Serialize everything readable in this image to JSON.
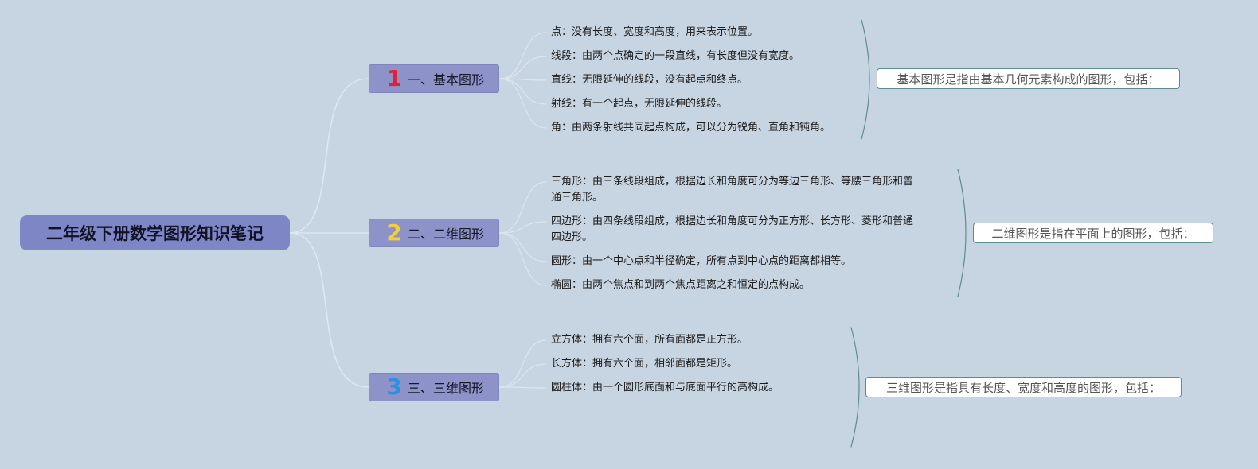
{
  "root": {
    "title": "二年级下册数学图形知识笔记"
  },
  "branches": [
    {
      "number": "1",
      "number_color": "#e0213a",
      "label": "一、基本图形",
      "summary": "基本图形是指由基本几何元素构成的图形，包括：",
      "items": [
        {
          "lines": [
            "点：没有长度、宽度和高度，用来表示位置。"
          ]
        },
        {
          "lines": [
            "线段：由两个点确定的一段直线，有长度但没有宽度。"
          ]
        },
        {
          "lines": [
            "直线：无限延伸的线段，没有起点和终点。"
          ]
        },
        {
          "lines": [
            "射线：有一个起点，无限延伸的线段。"
          ]
        },
        {
          "lines": [
            "角：由两条射线共同起点构成，可以分为锐角、直角和钝角。"
          ]
        }
      ]
    },
    {
      "number": "2",
      "number_color": "#f2cf3a",
      "label": "二、二维图形",
      "summary": "二维图形是指在平面上的图形，包括：",
      "items": [
        {
          "lines": [
            "三角形：由三条线段组成，根据边长和角度可分为等边三角形、等腰三角形和普",
            "通三角形。"
          ]
        },
        {
          "lines": [
            "四边形：由四条线段组成，根据边长和角度可分为正方形、长方形、菱形和普通",
            "四边形。"
          ]
        },
        {
          "lines": [
            "圆形：由一个中心点和半径确定，所有点到中心点的距离都相等。"
          ]
        },
        {
          "lines": [
            "椭圆：由两个焦点和到两个焦点距离之和恒定的点构成。"
          ]
        }
      ]
    },
    {
      "number": "3",
      "number_color": "#2f8fe0",
      "label": "三、三维图形",
      "summary": "三维图形是指具有长度、宽度和高度的图形，包括：",
      "items": [
        {
          "lines": [
            "立方体：拥有六个面，所有面都是正方形。"
          ]
        },
        {
          "lines": [
            "长方体：拥有六个面，相邻面都是矩形。"
          ]
        },
        {
          "lines": [
            "圆柱体：由一个圆形底面和与底面平行的高构成。"
          ]
        }
      ]
    }
  ],
  "colors": {
    "background": "#c7d4e1",
    "node": "#8d93c9",
    "bracket": "#5e8c8c"
  }
}
